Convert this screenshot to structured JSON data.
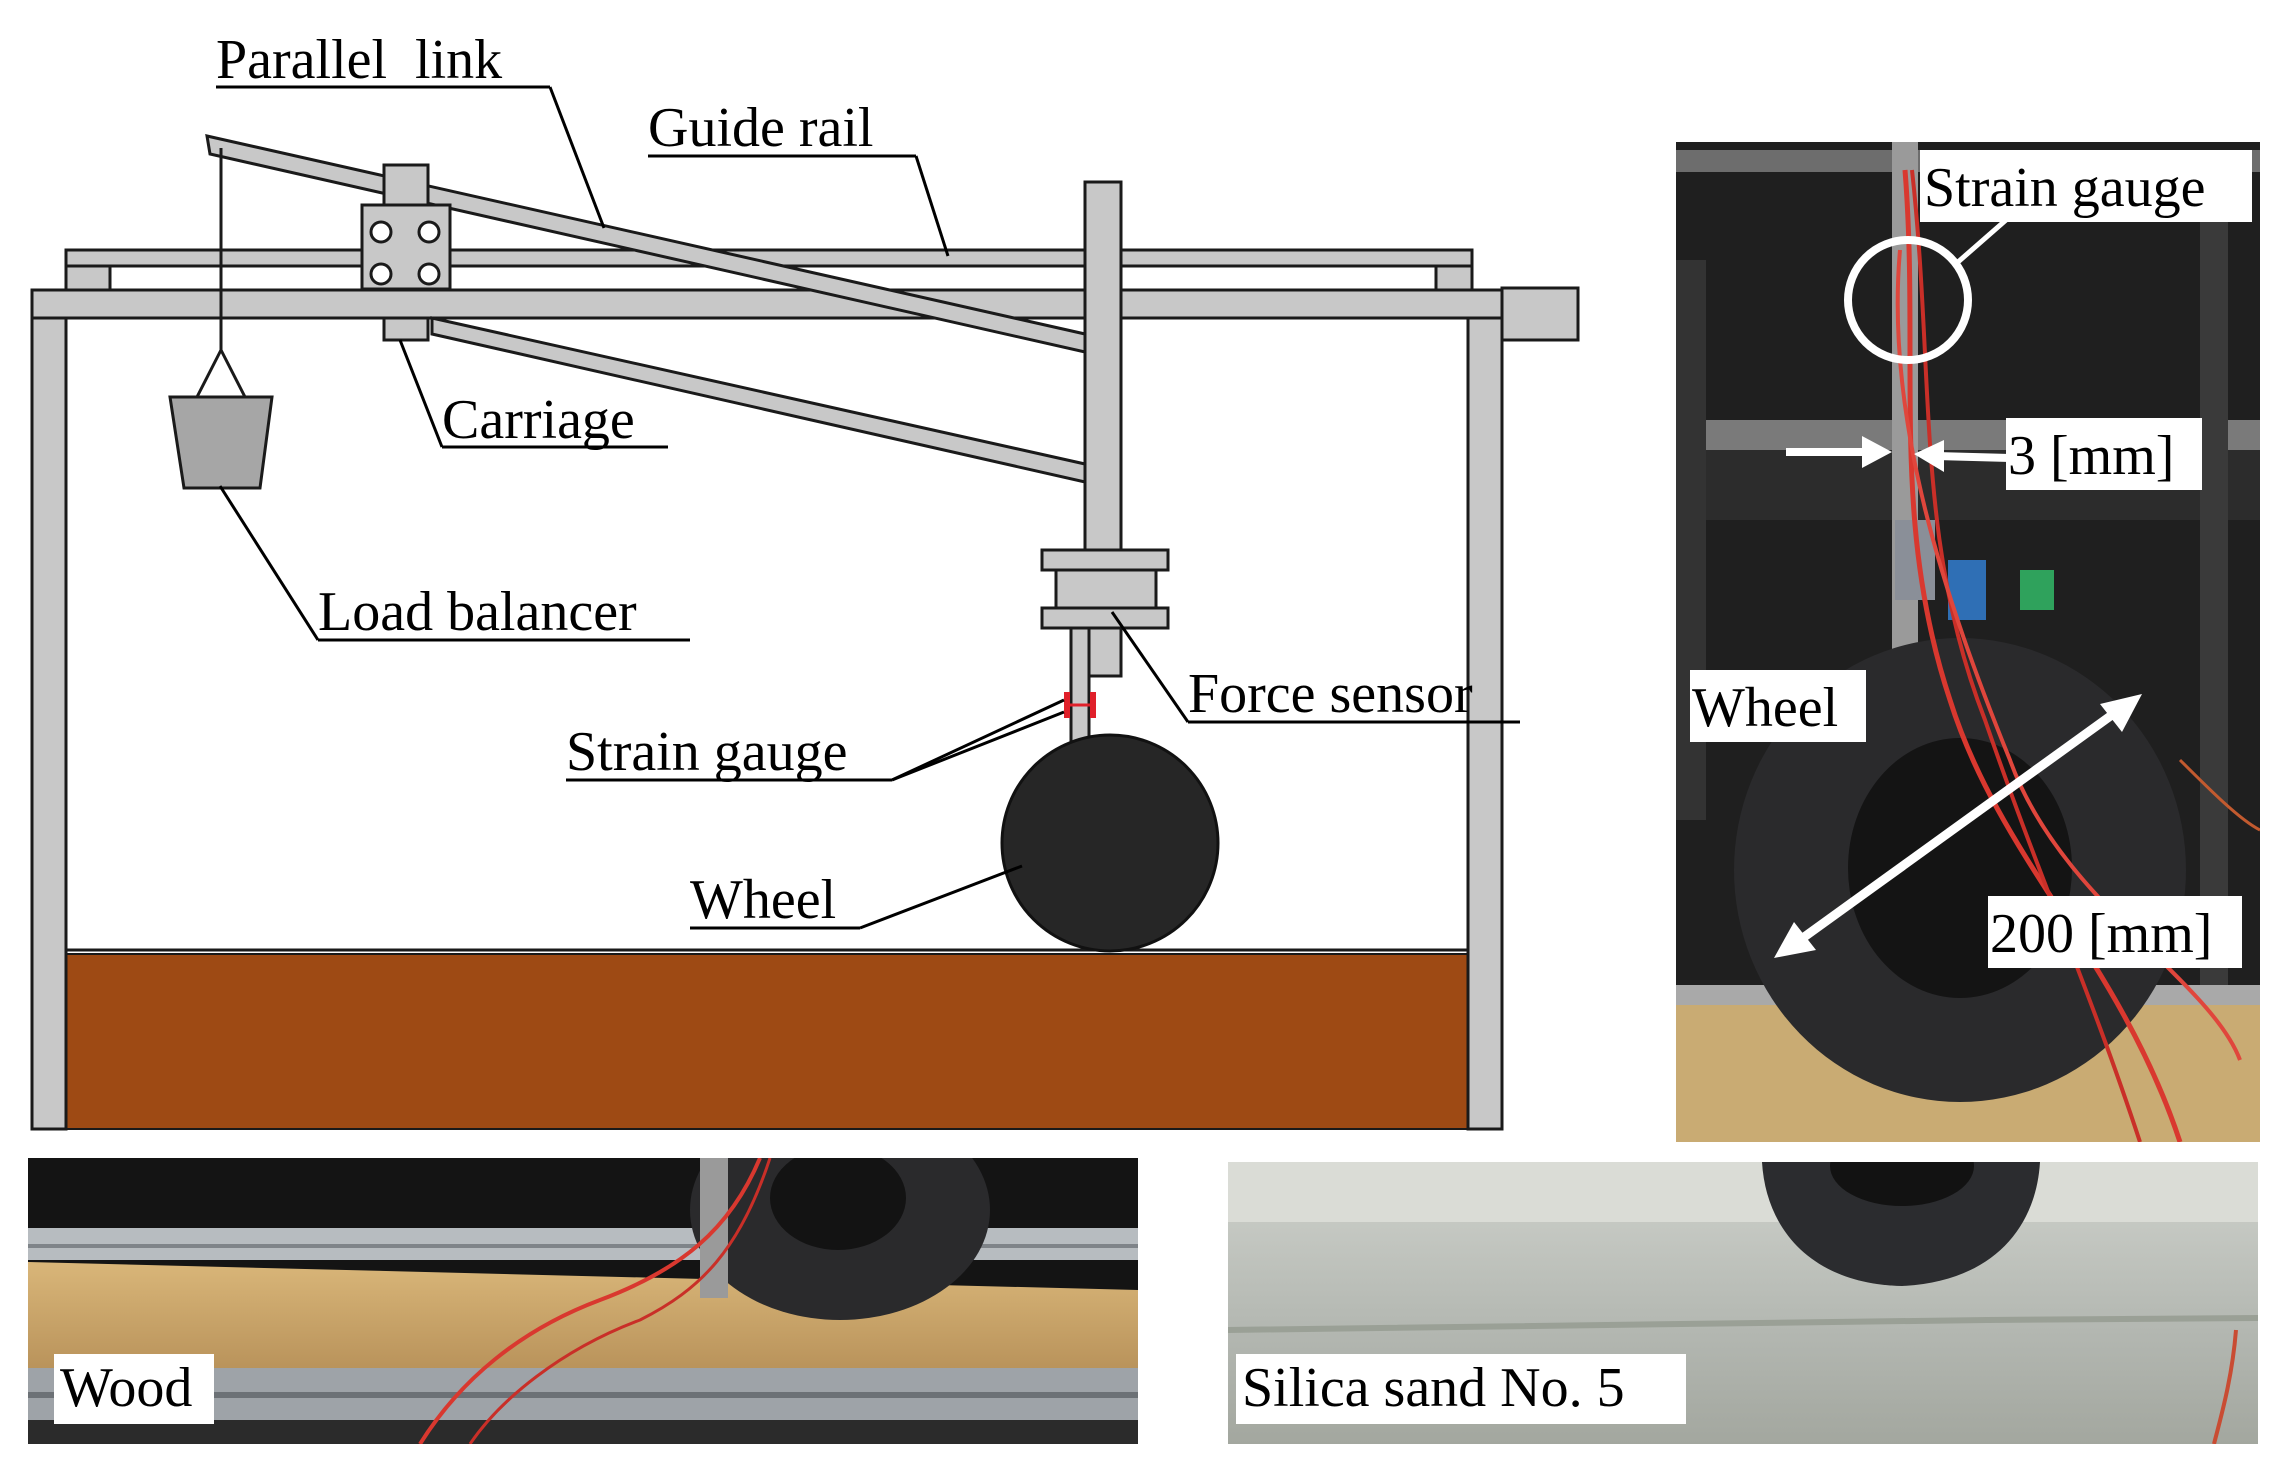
{
  "diagram": {
    "labels": {
      "parallel_link": "Parallel  link",
      "guide_rail": "Guide rail",
      "carriage": "Carriage",
      "load_balancer": "Load balancer",
      "force_sensor": "Force sensor",
      "strain_gauge": "Strain gauge",
      "wheel": "Wheel"
    }
  },
  "photos": {
    "closeup": {
      "strain_gauge": "Strain gauge",
      "width_dimension": "3 [mm]",
      "wheel": "Wheel",
      "diameter_dimension": "200 [mm]"
    },
    "wood": {
      "label": "Wood"
    },
    "sand": {
      "label": "Silica sand No. 5"
    }
  },
  "colors": {
    "frame_gray": "#c8c8c8",
    "outline": "#1a1a1a",
    "wheel_black": "#262626",
    "soil_brown": "#9e4a14",
    "gauge_red": "#e0202a"
  }
}
